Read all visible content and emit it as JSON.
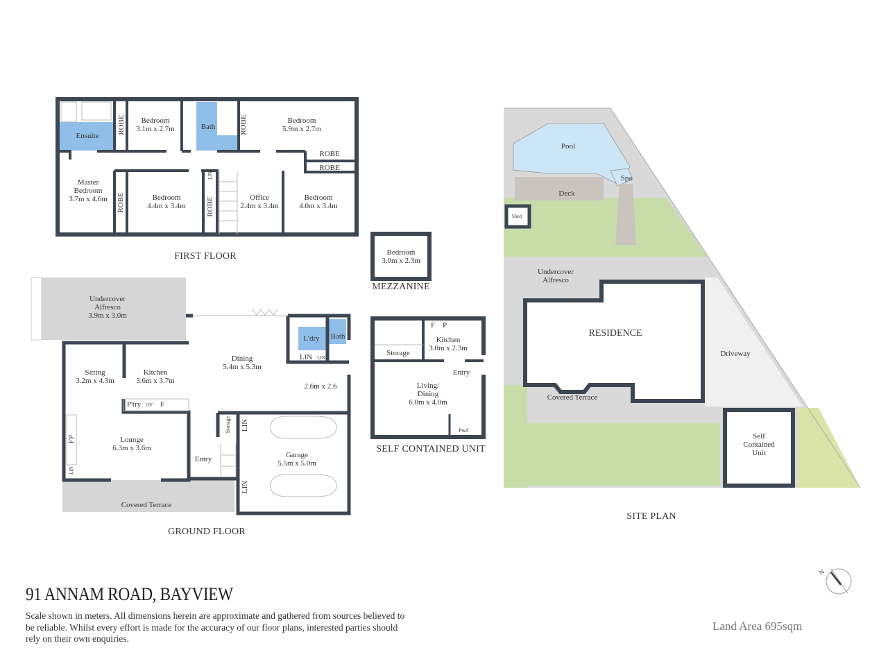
{
  "colors": {
    "wall": "#3d4651",
    "wet_area": "#8fbfe9",
    "paving": "#d9d9d9",
    "grass": "#c8dcaa",
    "pool": "#cde6f7",
    "driveway": "#f0f0f0"
  },
  "first_floor": {
    "section_label": "FIRST FLOOR",
    "rooms": [
      {
        "name": "Ensuite"
      },
      {
        "name": "ROBE"
      },
      {
        "name": "Bedroom",
        "size": "3.1m x 2.7m"
      },
      {
        "name": "Bath"
      },
      {
        "name": "ROBE"
      },
      {
        "name": "Bedroom",
        "size": "5.9m x 2.7m"
      },
      {
        "name": "ROBE"
      },
      {
        "name": "ROBE"
      },
      {
        "name": "Master Bedroom",
        "size": "3.7m x 4.6m"
      },
      {
        "name": "ROBE"
      },
      {
        "name": "Bedroom",
        "size": "4.4m x 3.4m"
      },
      {
        "name": "LIN"
      },
      {
        "name": "ROBE"
      },
      {
        "name": "Office",
        "size": "2.4m x 3.4m"
      },
      {
        "name": "Bedroom",
        "size": "4.0m x 3.4m"
      }
    ]
  },
  "mezzanine": {
    "section_label": "MEZZANINE",
    "rooms": [
      {
        "name": "Bedroom",
        "size": "3.0m x 2.3m"
      }
    ]
  },
  "ground_floor": {
    "section_label": "GROUND FLOOR",
    "rooms": [
      {
        "name": "Undercover Alfresco",
        "size": "3.9m x 3.0m"
      },
      {
        "name": "Sitting",
        "size": "3.2m x 4.3m"
      },
      {
        "name": "Kitchen",
        "size": "3.6m x 3.7m"
      },
      {
        "name": "Dining",
        "size": "5.4m x 5.3m"
      },
      {
        "name": "L'dry"
      },
      {
        "name": "Bath"
      },
      {
        "name": "LIN"
      },
      {
        "name": "LIN"
      },
      {
        "name": "",
        "size": "2.6m x 2.6"
      },
      {
        "name": "P'try"
      },
      {
        "name": "OV"
      },
      {
        "name": "F"
      },
      {
        "name": "FP"
      },
      {
        "name": "Lounge",
        "size": "6.3m x 3.6m"
      },
      {
        "name": "LIN"
      },
      {
        "name": "Storage"
      },
      {
        "name": "LIN"
      },
      {
        "name": "Entry"
      },
      {
        "name": "Garage",
        "size": "5.5m x 5.0m"
      },
      {
        "name": "LIN"
      },
      {
        "name": "Covered Terrace"
      }
    ]
  },
  "self_contained_unit": {
    "section_label": "SELF CONTAINED UNIT",
    "rooms": [
      {
        "name": "F"
      },
      {
        "name": "P"
      },
      {
        "name": "Kitchen",
        "size": "3.0m x 2.3m"
      },
      {
        "name": "Storage"
      },
      {
        "name": "Entry"
      },
      {
        "name": "Living/ Dining",
        "size": "6.0m x 4.0m"
      },
      {
        "name": "Pwd"
      }
    ]
  },
  "site_plan": {
    "section_label": "SITE PLAN",
    "areas": [
      "Pool",
      "Spa",
      "Deck",
      "Shed",
      "Undercover Alfresco",
      "RESIDENCE",
      "Driveway",
      "Covered Terrace",
      "Self Contained Unit"
    ]
  },
  "footer": {
    "title": "91 ANNAM ROAD, BAYVIEW",
    "disclaimer": "Scale shown in meters. All dimensions herein are approximate and gathered from sources believed to be  reliable. Whilst every effort is made for the accuracy of our floor plans, interested parties should rely on their own enquiries.",
    "land_area": "Land Area 695sqm",
    "compass_label": "N"
  }
}
